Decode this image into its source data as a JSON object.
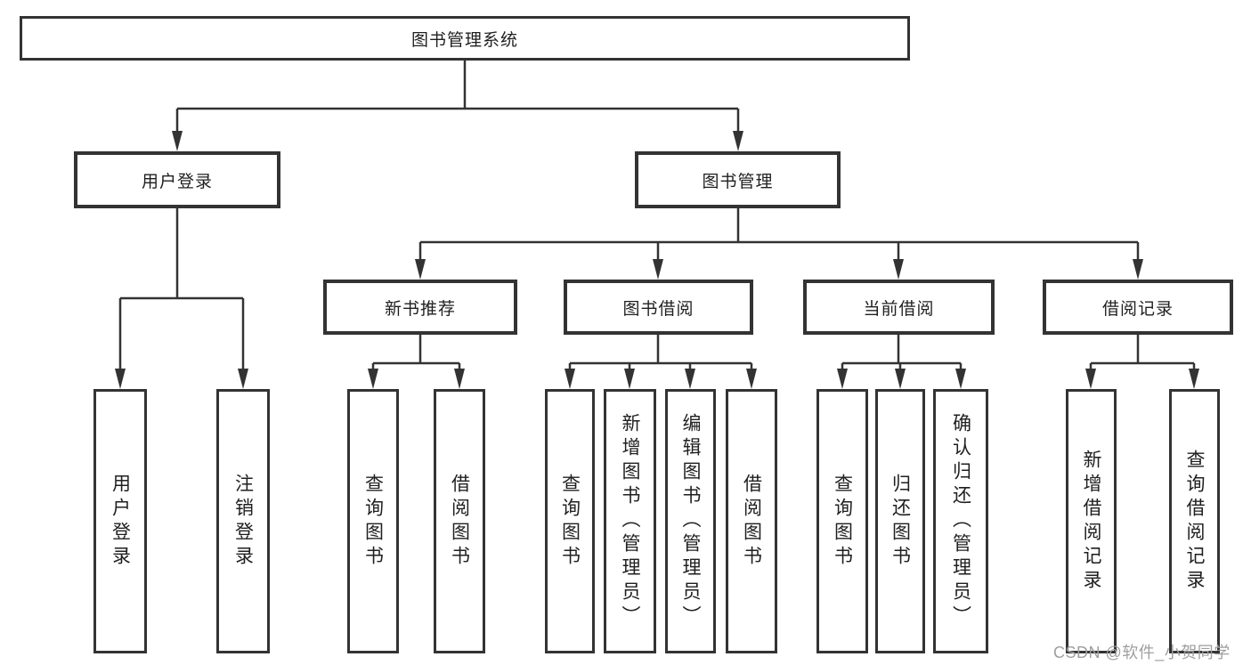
{
  "tree": {
    "label": "图书管理系统",
    "children": [
      {
        "label": "用户登录",
        "children": [
          {
            "label": "用户登录"
          },
          {
            "label": "注销登录"
          }
        ]
      },
      {
        "label": "图书管理",
        "children": [
          {
            "label": "新书推荐",
            "children": [
              {
                "label": "查询图书"
              },
              {
                "label": "借阅图书"
              }
            ]
          },
          {
            "label": "图书借阅",
            "children": [
              {
                "label": "查询图书"
              },
              {
                "label": "新增图书（管理员）"
              },
              {
                "label": "编辑图书（管理员）"
              },
              {
                "label": "借阅图书"
              }
            ]
          },
          {
            "label": "当前借阅",
            "children": [
              {
                "label": "查询图书"
              },
              {
                "label": "归还图书"
              },
              {
                "label": "确认归还（管理员）"
              }
            ]
          },
          {
            "label": "借阅记录",
            "children": [
              {
                "label": "新增借阅记录"
              },
              {
                "label": "查询借阅记录"
              }
            ]
          }
        ]
      }
    ]
  },
  "watermark": {
    "text": "CSDN @软件_小贺同学"
  },
  "colors": {
    "line": "#333333",
    "box_border": "#333333",
    "text": "#1f1f1f",
    "watermark_text": "#9f9f9f",
    "background": "#ffffff"
  }
}
